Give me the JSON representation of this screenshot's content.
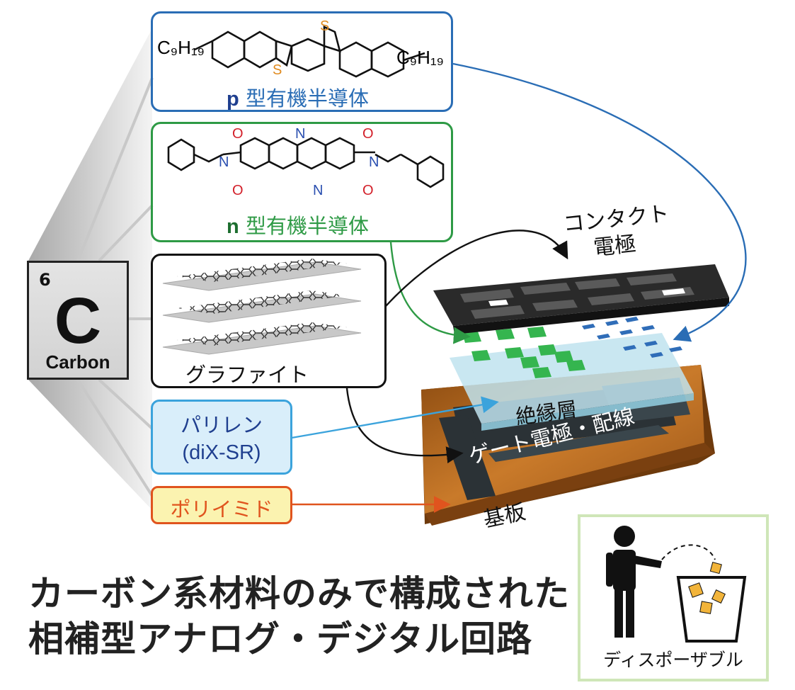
{
  "element": {
    "number": "6",
    "symbol": "C",
    "name": "Carbon"
  },
  "materials": {
    "p_type": {
      "prefix": "p",
      "label": "型有機半導体",
      "substituent_left": "C₉H₁₉",
      "substituent_right": "C₉H₁₉",
      "heteroatom": "S"
    },
    "n_type": {
      "prefix": "n",
      "label": "型有機半導体",
      "oxygen": "O",
      "nitrogen": "N"
    },
    "graphite": {
      "label": "グラファイト"
    },
    "parylene": {
      "line1": "パリレン",
      "line2": "(diX-SR)"
    },
    "polyimide": {
      "label": "ポリイミド"
    }
  },
  "device_labels": {
    "contact_line1": "コンタクト",
    "contact_line2": "電極",
    "insulator": "絶縁層",
    "gate": "ゲート電極・配線",
    "substrate": "基板"
  },
  "title": {
    "line1": "カーボン系材料のみで構成された",
    "line2": "相補型アナログ・デジタル回路"
  },
  "disposable": {
    "label": "ディスポーザブル"
  },
  "colors": {
    "p_blue": "#2a6db5",
    "n_green": "#2e9a45",
    "parylene_blue": "#3ba3dc",
    "polyimide_orange": "#e0541e",
    "polyimide_fill": "#fbf3b0",
    "parylene_fill": "#d9eefa",
    "substrate_brown": "#b4651f",
    "disposable_border": "#cfe6b8"
  }
}
